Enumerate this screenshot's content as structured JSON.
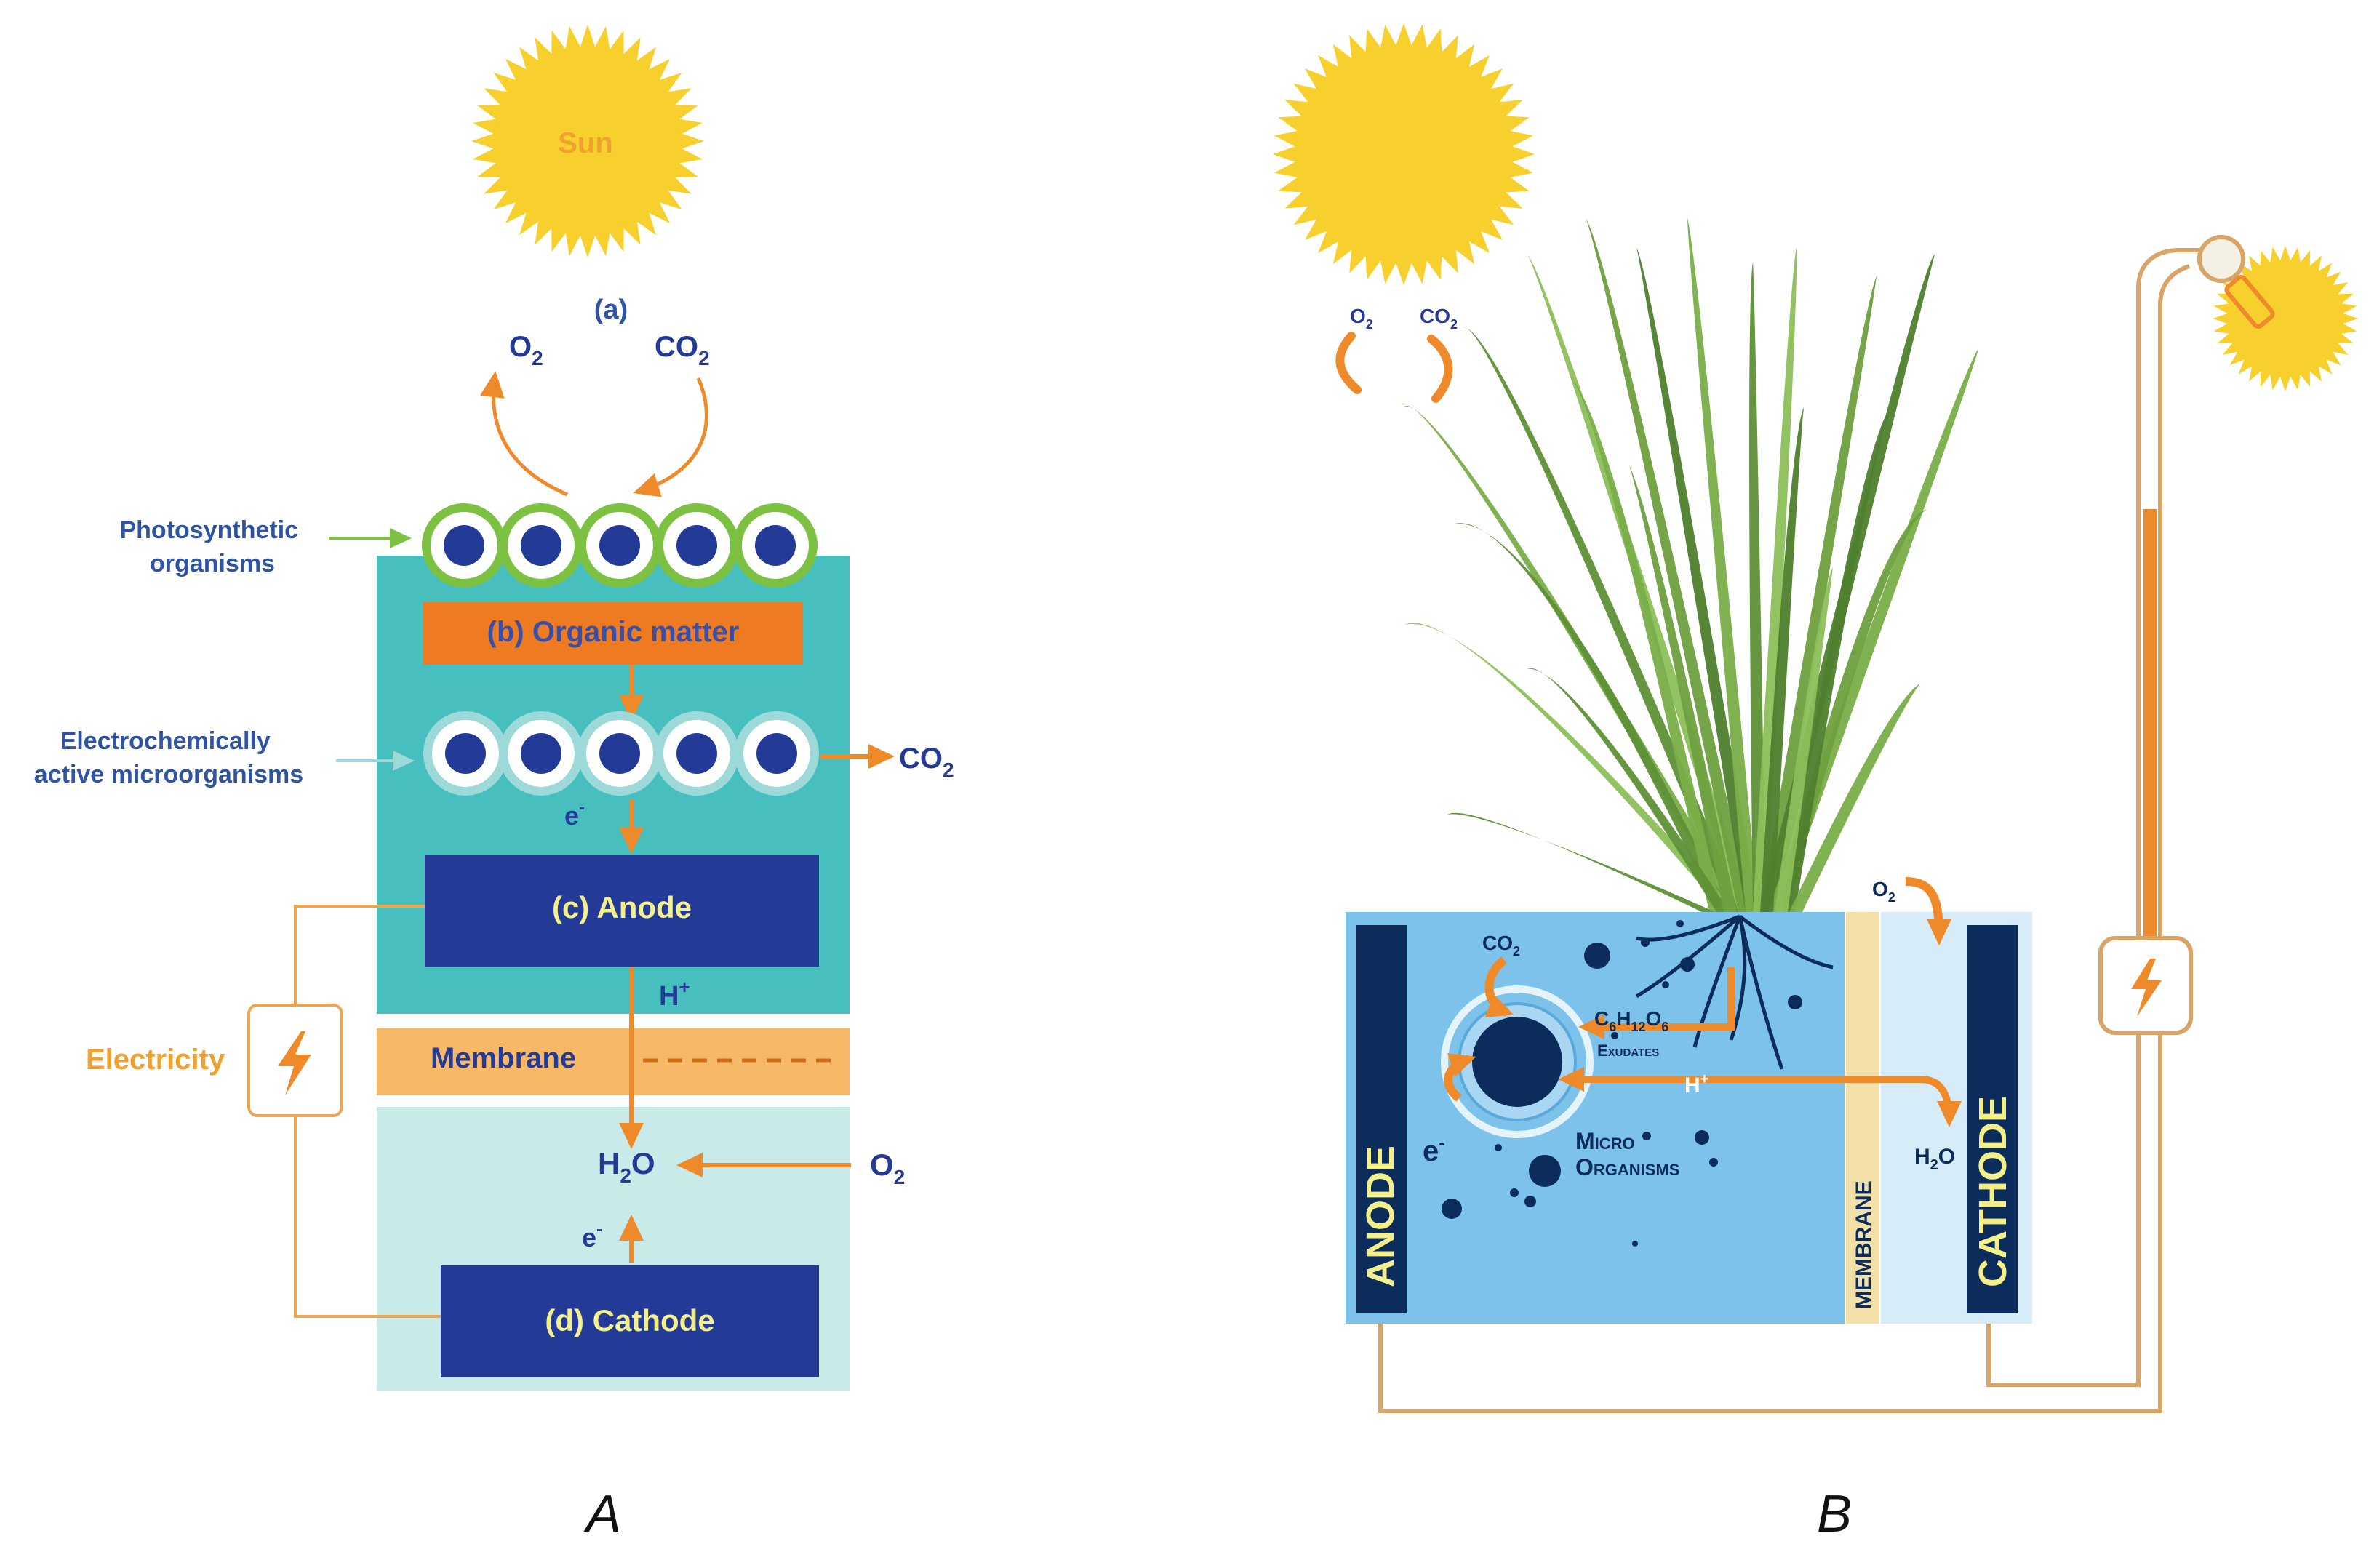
{
  "colors": {
    "sun": "#F7D02E",
    "sun_text": "#F0A12E",
    "orange": "#EE8A2A",
    "light_orange": "#F7B867",
    "navy": "#233A96",
    "dark_navy": "#0C2D5C",
    "teal": "#47BFBE",
    "light_teal": "#C8EAE8",
    "sky": "#7CC2EA",
    "pale_sky": "#D6EDF9",
    "green": "#7DC142",
    "label_blue": "#2E54A3",
    "yellow_text": "#F3F08C",
    "grass": "#6EA03E",
    "wire": "#D8A468"
  },
  "panel_a": {
    "caption": "A",
    "sun": "Sun",
    "label_a": "(a)",
    "o2_top": "O",
    "o2_top_sub": "2",
    "co2_top": "CO",
    "co2_top_sub": "2",
    "photosynthetic_line1": "Photosynthetic",
    "photosynthetic_line2": "organisms",
    "organic_matter": "(b)  Organic matter",
    "electrochem_line1": "Electrochemically",
    "electrochem_line2": "active microorganisms",
    "co2_right": "CO",
    "co2_right_sub": "2",
    "e_minus_upper": "e",
    "e_minus_upper_sup": "-",
    "anode": "(c)  Anode",
    "h_plus": "H",
    "h_plus_sup": "+",
    "membrane": "Membrane",
    "electricity": "Electricity",
    "h2o": "H",
    "h2o_sub": "2",
    "h2o_end": "O",
    "o2_right": "O",
    "o2_right_sub": "2",
    "e_minus_lower": "e",
    "e_minus_lower_sup": "-",
    "cathode": "(d)  Cathode",
    "lightning_icon": "lightning-icon"
  },
  "panel_b": {
    "caption": "B",
    "o2": "O",
    "o2_sub": "2",
    "co2": "CO",
    "co2_sub": "2",
    "co2_inner": "CO",
    "co2_inner_sub": "2",
    "o2_inner": "O",
    "o2_inner_sub": "2",
    "exudate_c": "C",
    "exudate_c_sub": "6",
    "exudate_h": "H",
    "exudate_h_sub": "12",
    "exudate_o": "O",
    "exudate_o_sub": "6",
    "exudates": "Exudates",
    "h_plus": "H",
    "h_plus_sup": "+",
    "e_minus": "e",
    "e_minus_sup": "-",
    "micro_line1": "Micro",
    "micro_line2": "Organisms",
    "h2o": "H",
    "h2o_sub": "2",
    "h2o_end": "O",
    "anode": "ANODE",
    "membrane": "MEMBRANE",
    "cathode": "CATHODE",
    "lightning_icon": "lightning-icon",
    "bulb_icon": "light-bulb-icon"
  }
}
